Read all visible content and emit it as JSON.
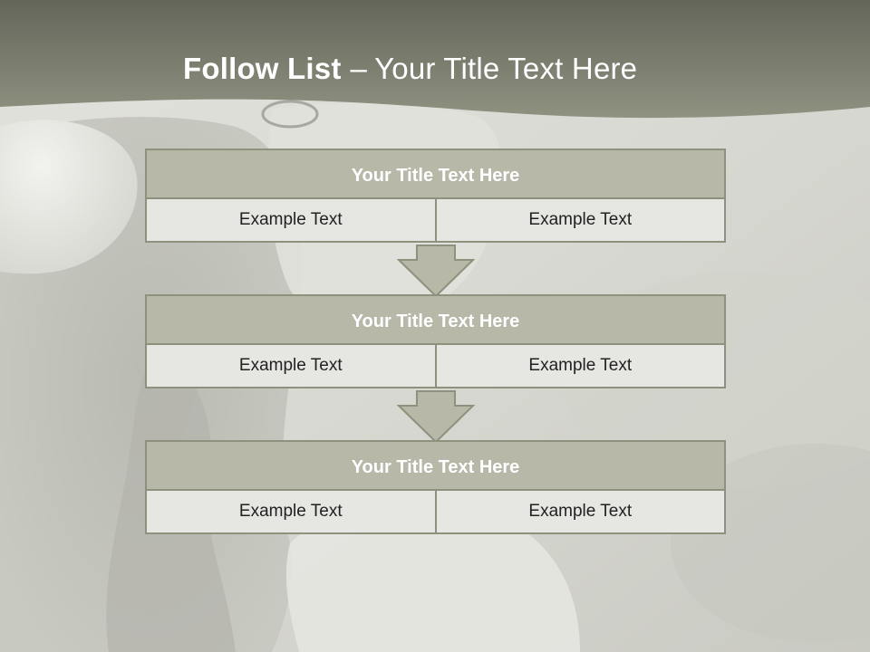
{
  "slide": {
    "title_bold": "Follow List",
    "title_separator": "–",
    "title_rest": "Your Title Text Here"
  },
  "blocks": [
    {
      "title": "Your Title Text Here",
      "cells": [
        "Example Text",
        "Example Text"
      ]
    },
    {
      "title": "Your Title Text Here",
      "cells": [
        "Example Text",
        "Example Text"
      ]
    },
    {
      "title": "Your Title Text Here",
      "cells": [
        "Example Text",
        "Example Text"
      ]
    }
  ],
  "colors": {
    "header_band": "#6f7160",
    "block_title_fill": "#b7b8a8",
    "block_border": "#8e917d",
    "cell_fill": "#e6e6e2",
    "arrow_fill": "#b7b8a8"
  }
}
